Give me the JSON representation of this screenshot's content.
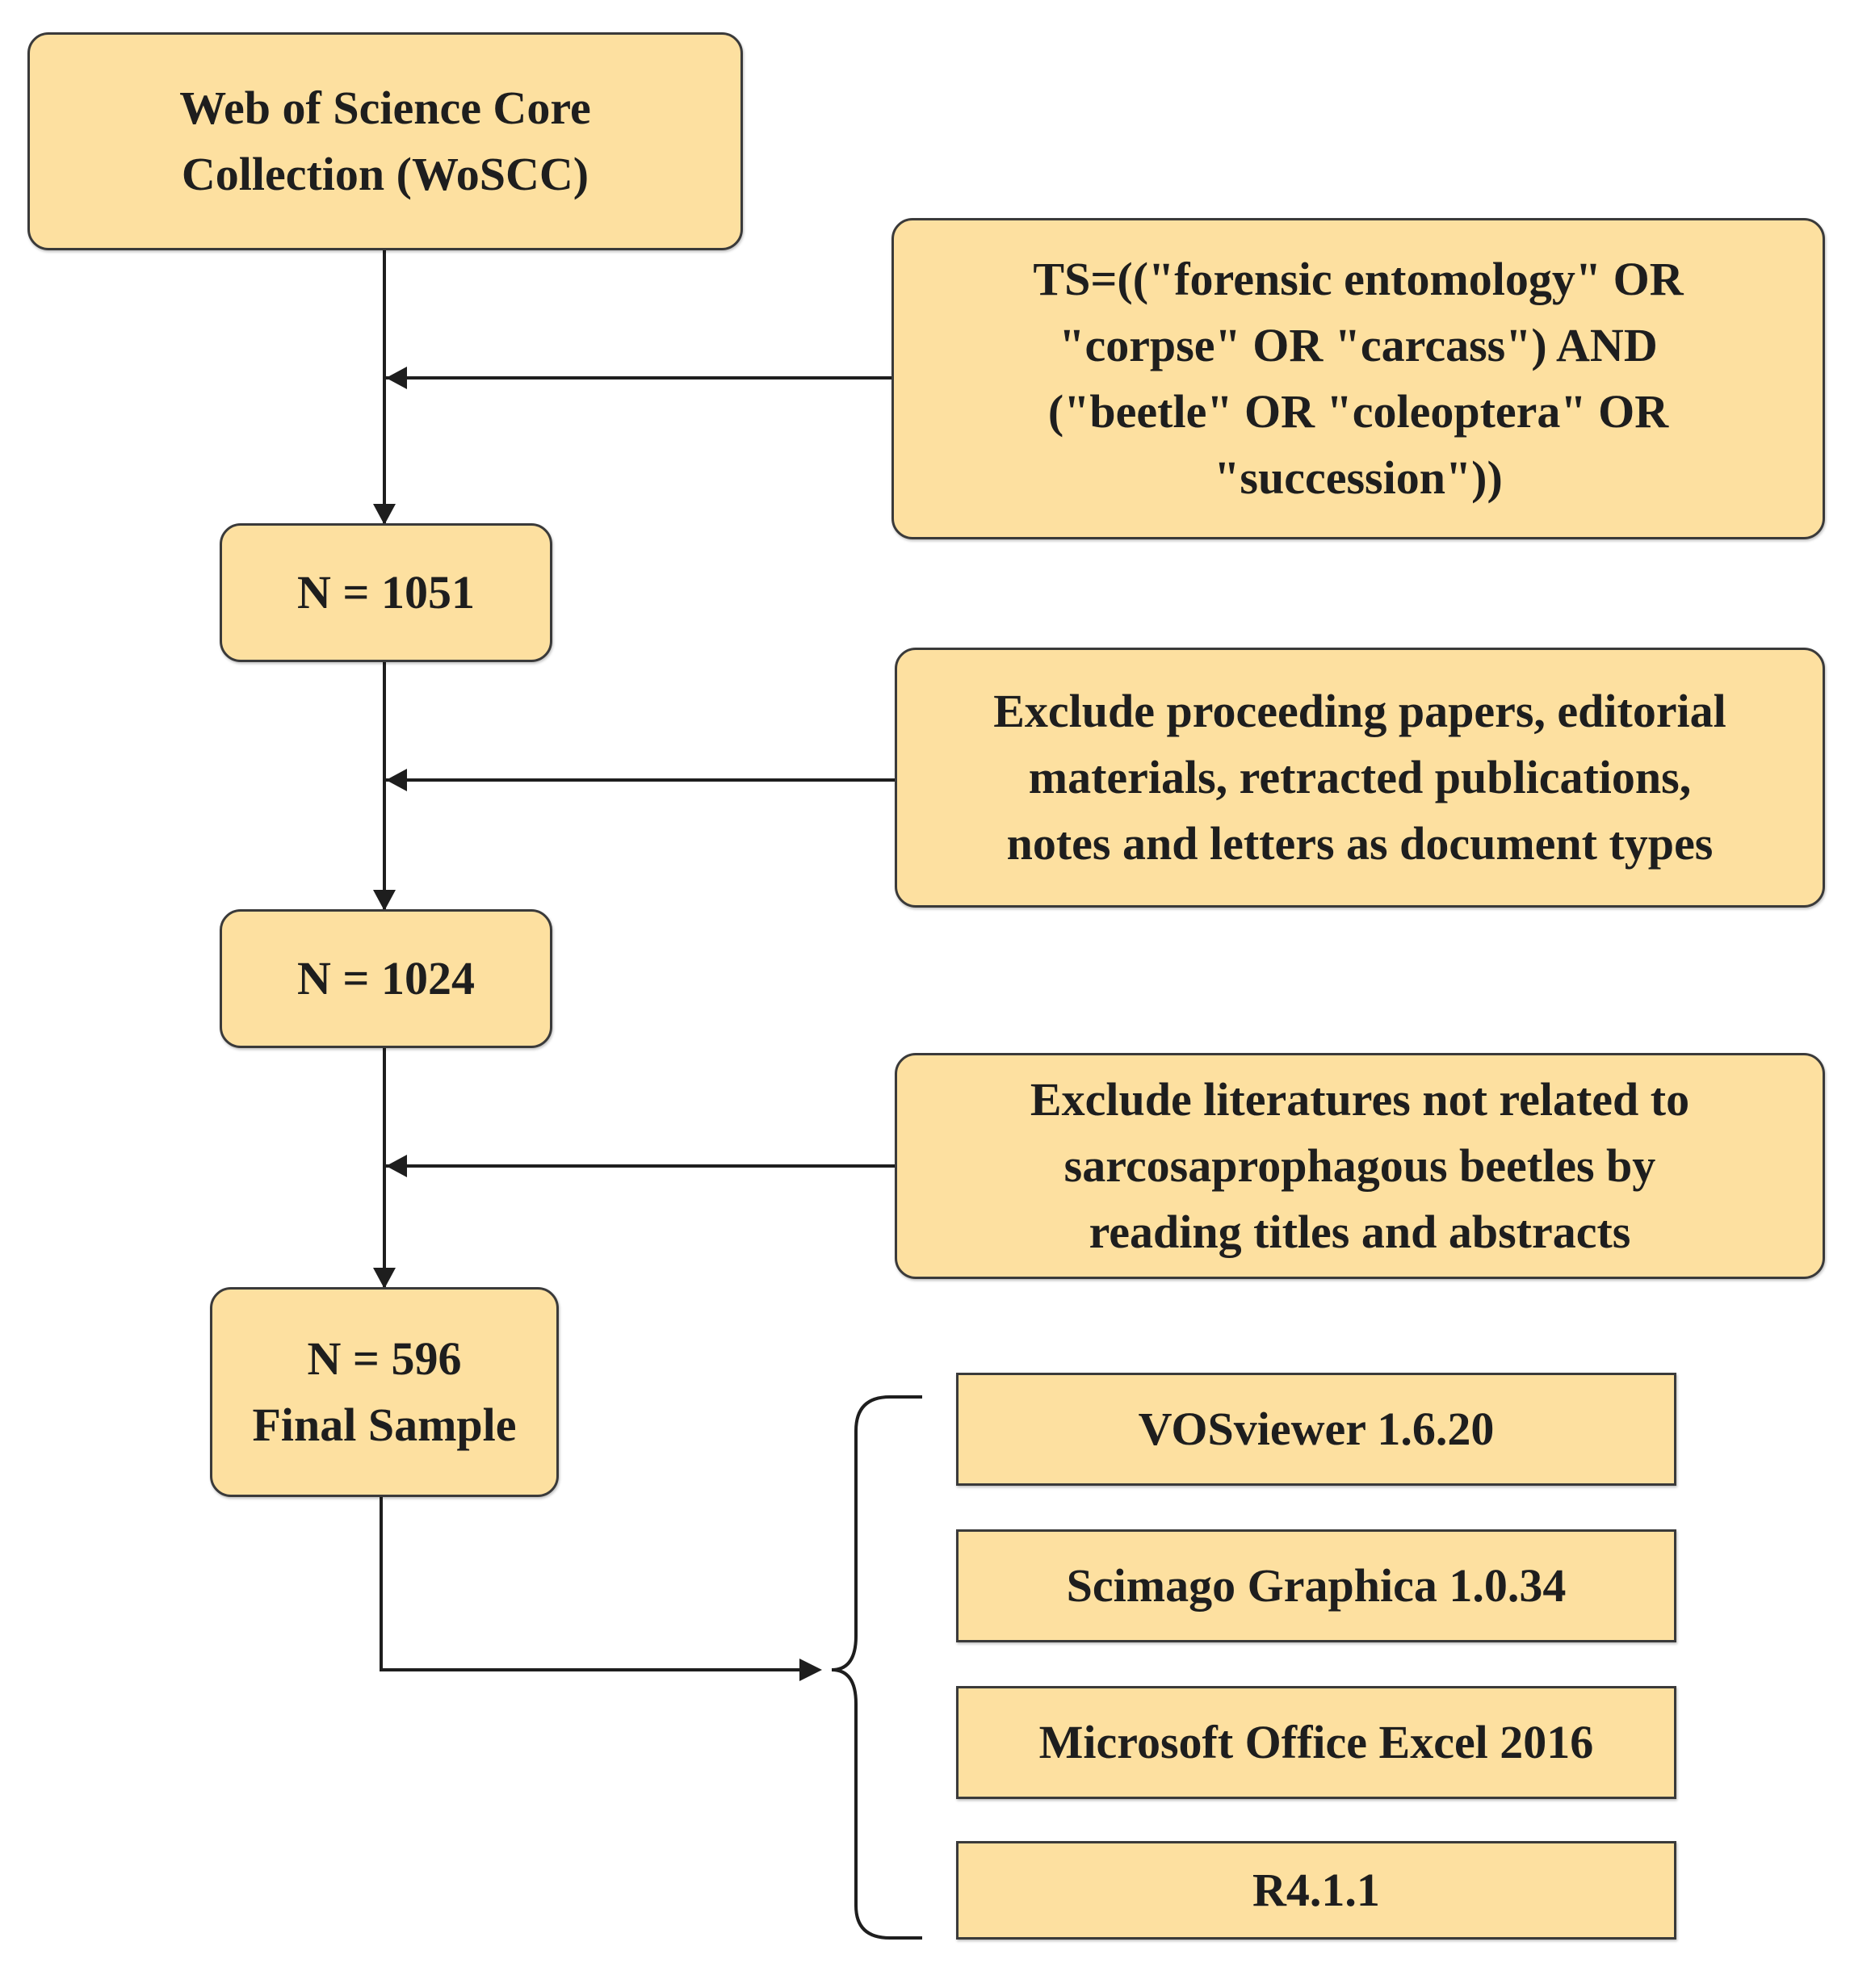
{
  "diagram": {
    "source_box": "Web of Science Core\nCollection (WoSCC)",
    "query_box": "TS=((\"forensic entomology\" OR\n\"corpse\" OR \"carcass\") AND\n(\"beetle\" OR \"coleoptera\" OR\n\"succession\"))",
    "count_1": "N = 1051",
    "exclude_1": "Exclude proceeding papers, editorial\nmaterials, retracted publications,\nnotes and letters as document types",
    "count_2": "N = 1024",
    "exclude_2": "Exclude literatures not related to\nsarcosaprophagous beetles by\nreading titles and abstracts",
    "final_sample": "N = 596\nFinal Sample",
    "tools": [
      "VOSviewer 1.6.20",
      "Scimago Graphica 1.0.34",
      "Microsoft Office Excel 2016",
      "R4.1.1"
    ]
  },
  "colors": {
    "box_fill": "#fde0a0",
    "box_border": "#3a3a3a",
    "line": "#1e1e1e"
  }
}
